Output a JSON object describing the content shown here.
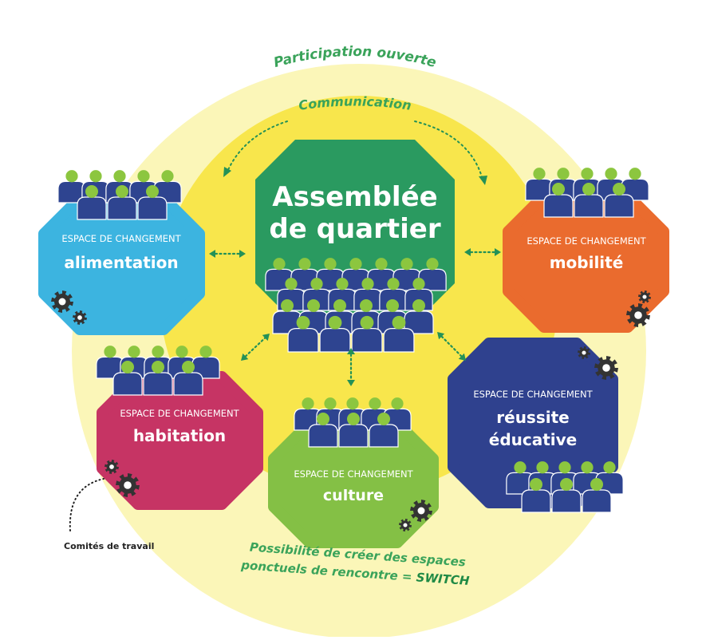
{
  "labels": {
    "participation": "Participation ouverte",
    "communication": "Communication",
    "comites": "Comités de travail",
    "switch_line1": "Possibilité de créer des espaces",
    "switch_line2_prefix": "ponctuels de rencontre = ",
    "switch_line2_emph": "SWITCH"
  },
  "assembly": {
    "line1": "Assemblée",
    "line2": "de quartier",
    "color": "#2a9a60"
  },
  "spaces": [
    {
      "id": "alimentation",
      "caption": "ESPACE DE CHANGEMENT",
      "name": "alimentation",
      "color": "#3cb4e0"
    },
    {
      "id": "mobilite",
      "caption": "ESPACE DE CHANGEMENT",
      "name": "mobilité",
      "color": "#ea6b2e"
    },
    {
      "id": "habitation",
      "caption": "ESPACE DE CHANGEMENT",
      "name": "habitation",
      "color": "#c63464"
    },
    {
      "id": "culture",
      "caption": "ESPACE DE CHANGEMENT",
      "name": "culture",
      "color": "#84c045"
    },
    {
      "id": "reussite",
      "caption": "ESPACE DE CHANGEMENT",
      "name": "réussite",
      "name2": "éducative",
      "color": "#2f418e"
    }
  ],
  "colors": {
    "outer_circle": "#fbf6b8",
    "inner_circle": "#f8e64c",
    "person_body": "#2e4490",
    "person_head": "#8cc63f",
    "arrow": "#249157",
    "gear": "#333333",
    "accent_text": "#3aa35a"
  }
}
